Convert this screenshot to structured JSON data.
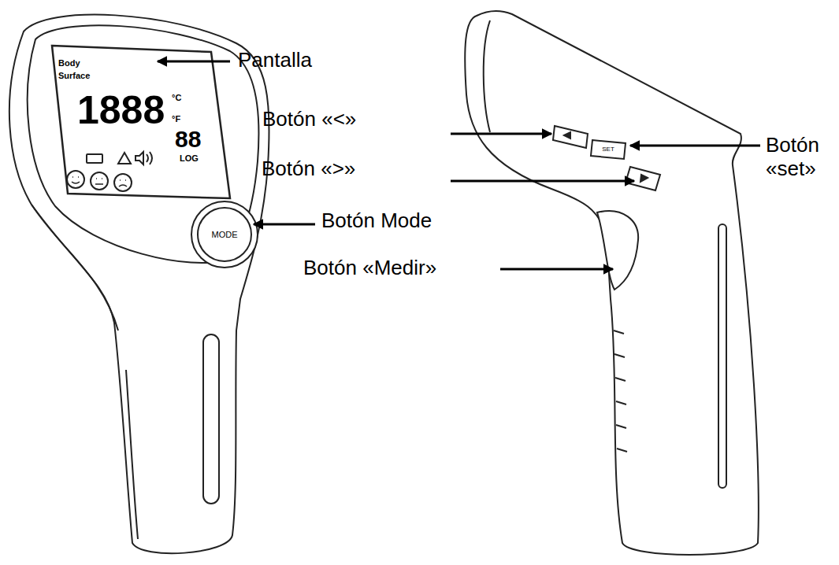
{
  "diagram": {
    "labels": [
      "Pantalla",
      "Botón «<»",
      "Botón «set»",
      "Botón «>»",
      "Botón Mode",
      "Botón «Medir»",
      "Body",
      "Surface",
      "1888",
      "°C",
      "°F",
      "88",
      "LOG",
      "MODE",
      "SET"
    ]
  }
}
